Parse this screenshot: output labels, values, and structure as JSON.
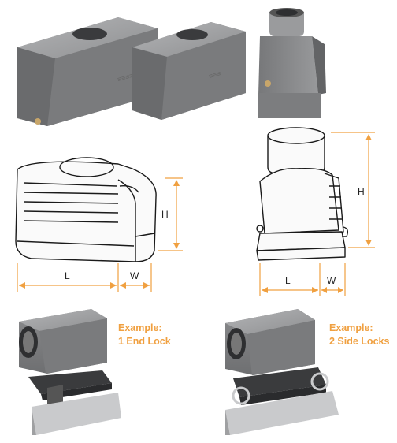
{
  "colors": {
    "accent": "#f0a040",
    "housing_light": "#9a9b9d",
    "housing_mid": "#7d7e80",
    "housing_dark": "#5a5b5d",
    "outline": "#1a1a1a",
    "base_dark": "#2e2f31",
    "base_silver": "#c9cacc"
  },
  "dimensions": {
    "left": {
      "height": "H",
      "length": "L",
      "width": "W"
    },
    "right": {
      "height": "H",
      "length": "L",
      "width": "W"
    }
  },
  "examples": [
    {
      "title": "Example:",
      "subtitle": "1 End Lock"
    },
    {
      "title": "Example:",
      "subtitle": "2 Side Locks"
    }
  ]
}
